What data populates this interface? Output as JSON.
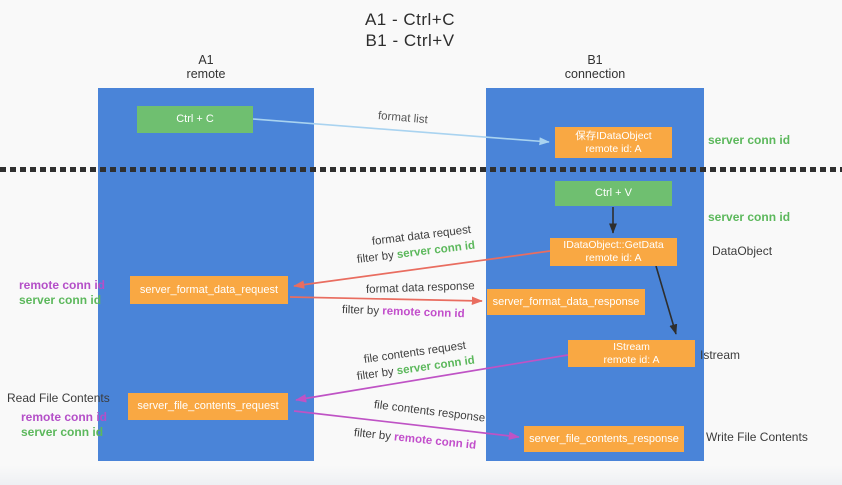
{
  "title": {
    "line1": "A1 - Ctrl+C",
    "line2": "B1 - Ctrl+V"
  },
  "columns": {
    "a1": {
      "name": "A1",
      "subtitle": "remote"
    },
    "b1": {
      "name": "B1",
      "subtitle": "connection"
    }
  },
  "nodes": {
    "ctrl_c": "Ctrl + C",
    "save_idataobject": {
      "line1": "保存IDataObject",
      "line2": "remote id: A"
    },
    "ctrl_v": "Ctrl + V",
    "getdata": {
      "line1": "IDataObject::GetData",
      "line2": "remote id: A"
    },
    "format_request": "server_format_data_request",
    "format_response": "server_format_data_response",
    "istream": {
      "line1": "IStream",
      "line2": "remote id: A"
    },
    "file_request": "server_file_contents_request",
    "file_response": "server_file_contents_response"
  },
  "edge_labels": {
    "format_list": "format list",
    "format_data_request": "format data request",
    "filter_by_server_1": {
      "prefix": "filter by ",
      "highlight": "server conn id"
    },
    "format_data_response": "format data response",
    "filter_by_remote_1": {
      "prefix": "filter by ",
      "highlight": "remote conn id"
    },
    "file_contents_request": "file contents request",
    "filter_by_server_2": {
      "prefix": "filter by ",
      "highlight": "server conn id"
    },
    "file_contents_response": "file contents response",
    "filter_by_remote_2": {
      "prefix": "filter by ",
      "highlight": "remote conn id"
    }
  },
  "side_labels": {
    "server_conn_id_top": "server conn id",
    "server_conn_id_mid": "server conn id",
    "dataobject": "DataObject",
    "istream": "Istream",
    "write_file_contents": "Write File Contents",
    "remote_conn_id_left1": "remote conn id",
    "server_conn_id_left1": "server conn id",
    "read_file_contents": "Read File Contents",
    "remote_conn_id_left2": "remote conn id",
    "server_conn_id_left2": "server conn id"
  },
  "colors": {
    "column_blue": "#4a84d8",
    "node_green": "#6fbf70",
    "node_orange": "#f9a843",
    "arrow_blue": "#a9d3f0",
    "arrow_red": "#e96d60",
    "arrow_magenta": "#bf53c5",
    "arrow_black": "#2e2e2e",
    "label_green": "#5cb85c",
    "label_purple": "#b44fc8",
    "text_dark": "#3c3c3c"
  }
}
